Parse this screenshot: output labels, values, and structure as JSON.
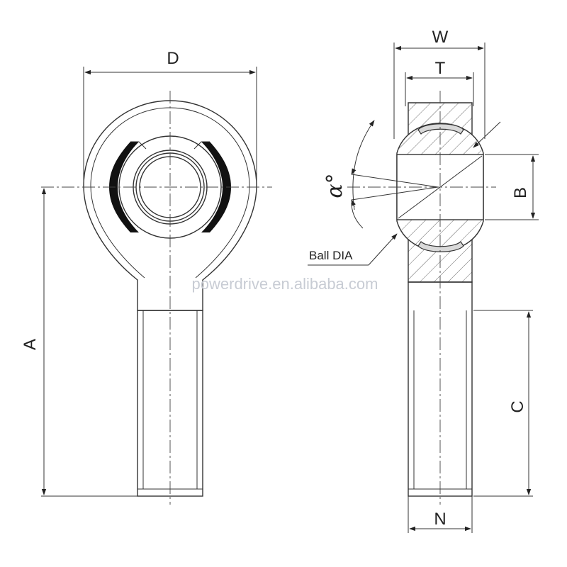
{
  "labels": {
    "D": "D",
    "A": "A",
    "W": "W",
    "T": "T",
    "B": "B",
    "C": "C",
    "N": "N",
    "alpha": "α°",
    "ball_dia": "Ball DIA"
  },
  "watermark": "powerdrive.en.alibaba.com",
  "colors": {
    "line": "#333333",
    "seal": "#111111",
    "liner": "#d9d9d9",
    "watermark": "#c8ccd4"
  }
}
